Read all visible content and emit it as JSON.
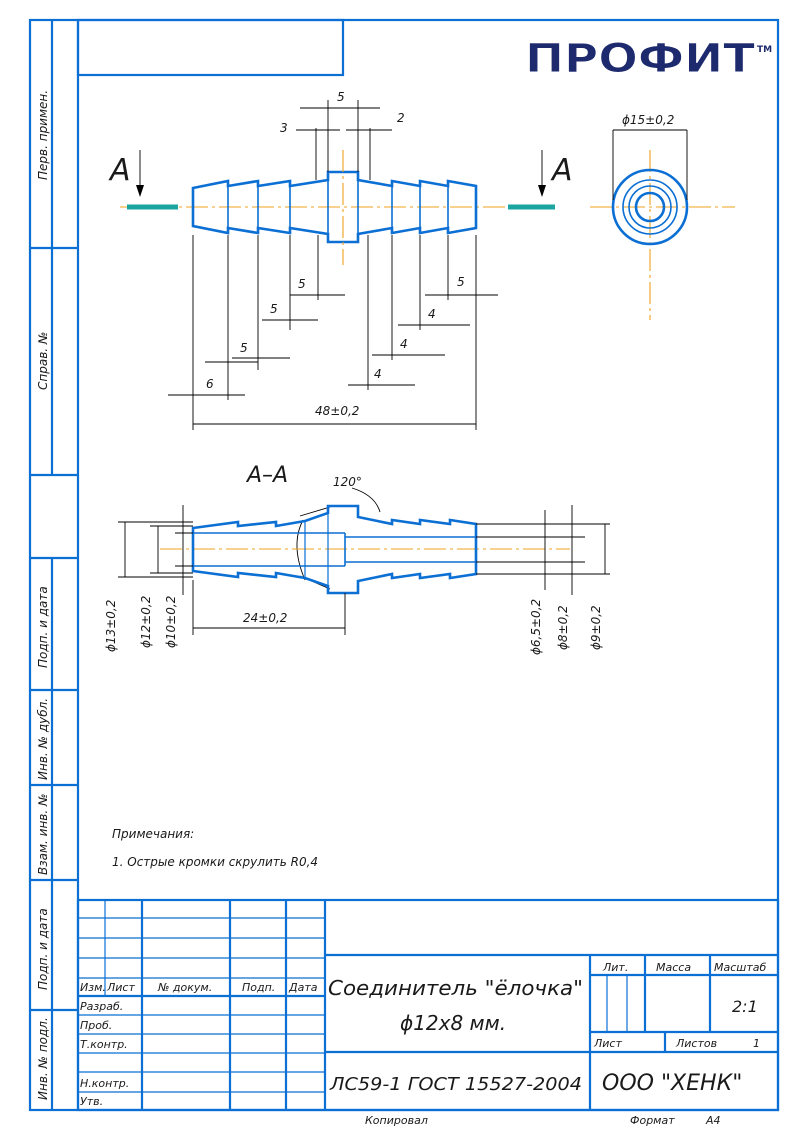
{
  "logo": {
    "text": "ПРОФИТ",
    "tm": "TM"
  },
  "side_labels": [
    "Перв. примен.",
    "Справ. №",
    "Подп. и дата",
    "Инв. № дубл.",
    "Взам. инв. №",
    "Подп. и дата",
    "Инв. № подл."
  ],
  "section": {
    "cut_letter": "A",
    "title": "A–A",
    "angle": "120°"
  },
  "top_dims": {
    "d5": "5",
    "d3": "3",
    "d2": "2",
    "diam15": "ϕ15±0,2",
    "left_steps": [
      "5",
      "5",
      "5",
      "6"
    ],
    "right_steps": [
      "5",
      "4",
      "4",
      "4"
    ],
    "overall": "48±0,2"
  },
  "section_dims": {
    "left_diams": [
      "ϕ13±0,2",
      "ϕ12±0,2",
      "ϕ10±0,2"
    ],
    "right_diams": [
      "ϕ6,5±0,2",
      "ϕ8±0,2",
      "ϕ9±0,2"
    ],
    "length": "24±0,2"
  },
  "notes": {
    "heading": "Примечания:",
    "items": [
      "1. Острые кромки скрулить R0,4"
    ]
  },
  "title_block": {
    "headers": {
      "izm": "Изм.",
      "list": "Лист",
      "doc": "№ докум.",
      "sign": "Подп.",
      "date": "Дата"
    },
    "roles": [
      "Разраб.",
      "Проб.",
      "Т.контр.",
      "",
      "Н.контр.",
      "Утв."
    ],
    "name_line1": "Соединитель \"ёлочка\"",
    "name_line2": "ϕ12x8 мм.",
    "lit": "Лит.",
    "mass": "Масса",
    "scale_label": "Масштаб",
    "scale": "2:1",
    "sheet_label": "Лист",
    "sheets_label": "Листов",
    "sheets": "1",
    "material": "ЛС59-1 ГОСТ 15527-2004",
    "company": "ООО \"ХЕНК\"",
    "copied": "Копировал",
    "format_label": "Формат",
    "format": "A4"
  },
  "colors": {
    "line": "#0b6fd4",
    "axis": "#f0a020",
    "cut": "#1aa5a0",
    "text": "#1a1a1a"
  }
}
